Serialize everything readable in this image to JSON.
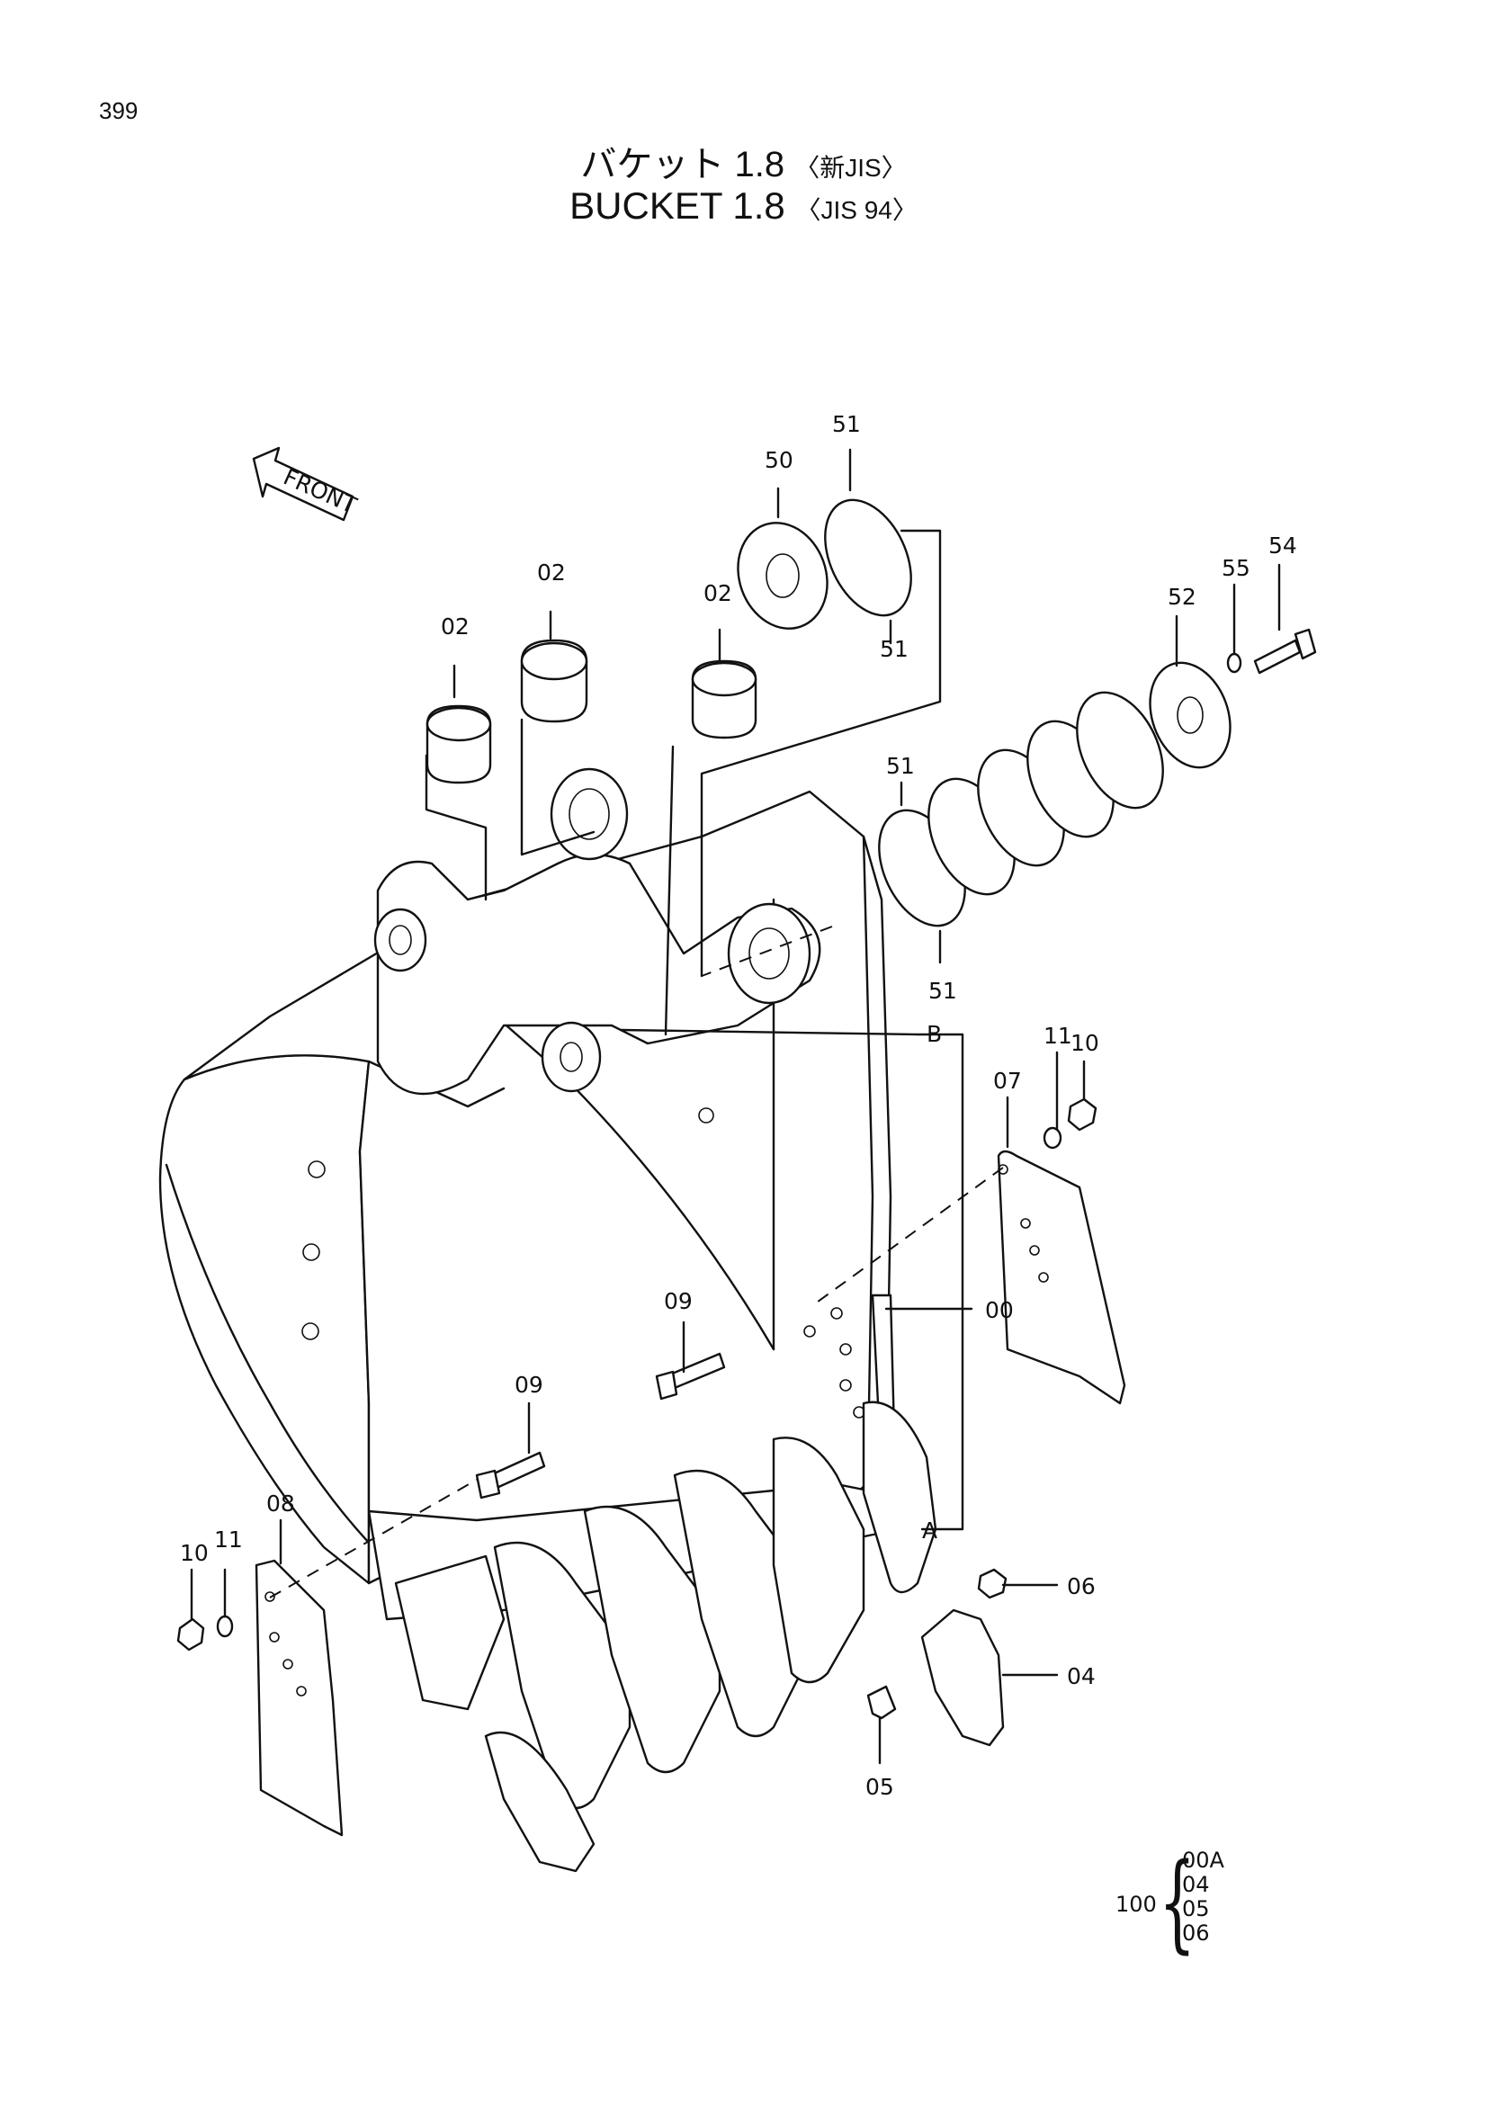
{
  "page_number": "399",
  "title_jp": "バケット 1.8",
  "title_jp_spec": "〈新JIS〉",
  "title_en": "BUCKET 1.8",
  "title_en_spec": "〈JIS 94〉",
  "front_label": "FRONT",
  "part_labels": {
    "p02a": "02",
    "p02b": "02",
    "p02c": "02",
    "p50": "50",
    "p51a": "51",
    "p51b": "51",
    "p51c": "51",
    "p51d": "51",
    "p52": "52",
    "p55": "55",
    "p54": "54",
    "pB": "B",
    "pA": "A",
    "p00": "00",
    "p07": "07",
    "p11a": "11",
    "p10a": "10",
    "p09a": "09",
    "p09b": "09",
    "p08": "08",
    "p10b": "10",
    "p11b": "11",
    "p06": "06",
    "p04": "04",
    "p05": "05"
  },
  "kit": {
    "number": "100",
    "items": [
      "00A",
      "04",
      "05",
      "06"
    ]
  }
}
